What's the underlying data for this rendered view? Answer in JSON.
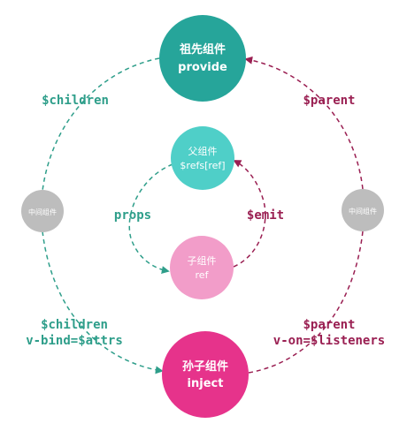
{
  "colors": {
    "ancestor": "#26a59a",
    "parent_node": "#4fcfc8",
    "child_node": "#f29dc9",
    "grandchild_node": "#e6338b",
    "middle_node": "#bdbdbd",
    "teal_edge": "#2e9e8a",
    "crimson_edge": "#9a1f52",
    "white": "#ffffff"
  },
  "nodes": {
    "ancestor": {
      "title": "祖先组件",
      "sub": "provide"
    },
    "parent": {
      "title": "父组件",
      "sub": "$refs[ref]"
    },
    "child": {
      "title": "子组件",
      "sub": "ref"
    },
    "grandchild": {
      "title": "孙子组件",
      "sub": "inject"
    },
    "middle_left": {
      "title": "中间组件"
    },
    "middle_right": {
      "title": "中间组件"
    }
  },
  "edges": {
    "children_top": "$children",
    "parent_top": "$parent",
    "props": "props",
    "emit": "$emit",
    "children_bottom": "$children",
    "vbind": "v-bind=$attrs",
    "parent_bottom": "$parent",
    "von": "v-on=$listeners"
  }
}
